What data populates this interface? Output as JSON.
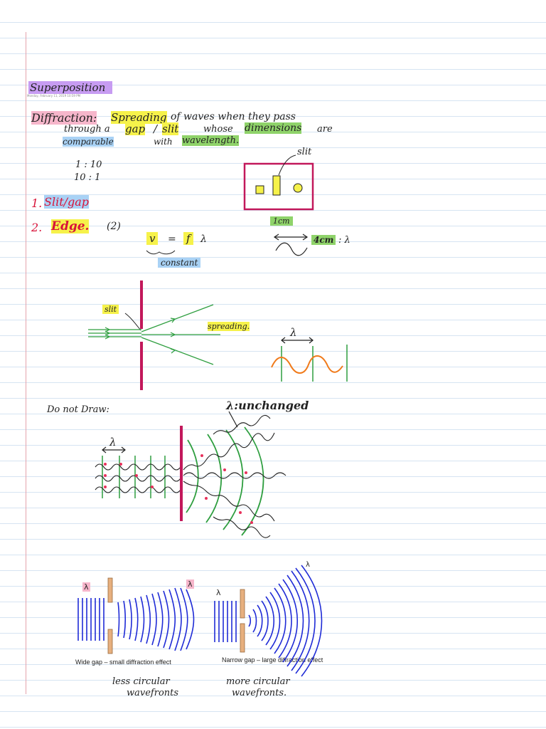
{
  "title": "Superposition",
  "date_line": "Monday, February 11, 2019      10:59 PM",
  "diffraction": {
    "term": "Diffraction:",
    "spreading": "Spreading",
    "text1": "of waves when they pass",
    "through": "through a",
    "gap": "gap",
    "slash": "/",
    "slit": "slit",
    "whose": "whose",
    "dimensions": "dimensions",
    "are": "are",
    "comparable": "comparable",
    "with": "with",
    "wavelength": "wavelength."
  },
  "ratios": [
    "1 : 10",
    "10 : 1"
  ],
  "list": {
    "item1_num": "1.",
    "item1": "Slit/gap",
    "item2_num": "2.",
    "item2": "Edge.",
    "item2_note": "(2)"
  },
  "equation": {
    "v": "v",
    "eq": "=",
    "f": "f",
    "lambda": "λ",
    "constant": "constant"
  },
  "slit_box": {
    "label": "slit",
    "size": "1cm",
    "ratio_left": "4cm",
    "ratio_right": ": λ"
  },
  "spreading_diagram": {
    "slit_label": "slit",
    "spreading_label": "spreading.",
    "lambda": "λ"
  },
  "do_not_draw": {
    "label": "Do not Draw:",
    "lambda": "λ",
    "unchanged": "λ:unchanged"
  },
  "bottom": {
    "lambda": "λ",
    "wide_caption": "Wide gap – small diffraction effect",
    "narrow_caption": "Narrow gap – large diffraction effect",
    "less1": "less circular",
    "less2": "wavefronts",
    "more1": "more circular",
    "more2": "wavefronts."
  },
  "colors": {
    "purple": "#c79cf2",
    "yellow": "#f6f24a",
    "green": "#8fd36a",
    "blue": "#a9d2f5",
    "pink": "#f6b6cb",
    "magenta": "#c2185b",
    "wave_green": "#2e9e3f",
    "orange": "#f07a1a",
    "navy": "#1f2bd6"
  }
}
